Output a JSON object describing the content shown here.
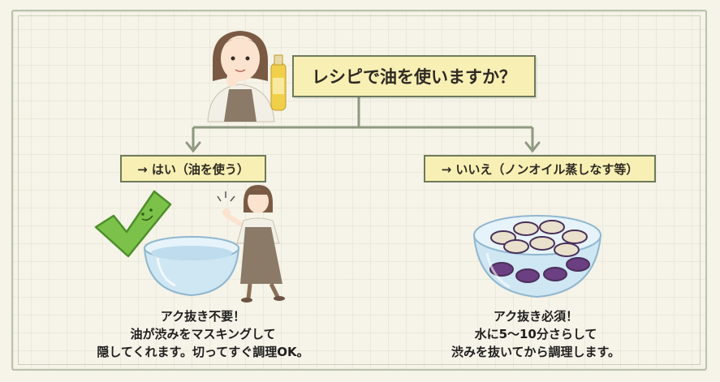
{
  "question": "レシピで油を使いますか？",
  "options": {
    "yes": {
      "label": "→ はい（油を使う）",
      "caption": [
        "アク抜き不要！",
        "油が渋みをマスキングして",
        "隠してくれます。切ってすぐ調理OK。"
      ]
    },
    "no": {
      "label": "→ いいえ（ノンオイル蒸しなす等）",
      "caption": [
        "アク抜き必須！",
        "水に5〜10分さらして",
        "渋みを抜いてから調理します。"
      ]
    }
  },
  "icons": {
    "woman_oil": "woman-holding-oil-bottle-icon",
    "check": "green-check-icon",
    "empty_bowl": "glass-bowl-water-icon",
    "waving_woman": "waving-woman-icon",
    "eggplant_bowl": "bowl-eggplant-soaking-icon"
  },
  "colors": {
    "background": "#f6f3e8",
    "box_fill": "#f7efb4",
    "box_border": "#6d7a5c",
    "connector": "#8e9a80",
    "check_green": "#7cc24a"
  }
}
